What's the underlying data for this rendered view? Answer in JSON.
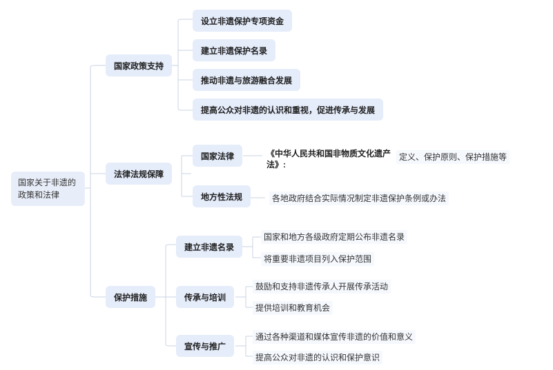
{
  "mindmap": {
    "root": "国家关于非遗的政策和法律",
    "branches": [
      {
        "label": "国家政策支持",
        "children": [
          "设立非遗保护专项资金",
          "建立非遗保护名录",
          "推动非遗与旅游融合发展",
          "提高公众对非遗的认识和重视，促进传承与发展"
        ]
      },
      {
        "label": "法律法规保障",
        "children": [
          {
            "label": "国家法律",
            "items": [
              "《中华人民共和国非物质文化遗产法》:",
              "定义、保护原则、保护措施等"
            ]
          },
          {
            "label": "地方性法规",
            "items": [
              "各地政府结合实际情况制定非遗保护条例或办法"
            ]
          }
        ]
      },
      {
        "label": "保护措施",
        "children": [
          {
            "label": "建立非遗名录",
            "items": [
              "国家和地方各级政府定期公布非遗名录",
              "将重要非遗项目列入保护范围"
            ]
          },
          {
            "label": "传承与培训",
            "items": [
              "鼓励和支持非遗传承人开展传承活动",
              "提供培训和教育机会"
            ]
          },
          {
            "label": "宣传与推广",
            "items": [
              "通过各种渠道和媒体宣传非遗的价值和意义",
              "提高公众对非遗的认识和保护意识"
            ]
          }
        ]
      }
    ]
  },
  "colors": {
    "node_bg": "#e5ecfa",
    "line": "#c9d3e3",
    "leaf_bg": "#f5f8fd"
  }
}
